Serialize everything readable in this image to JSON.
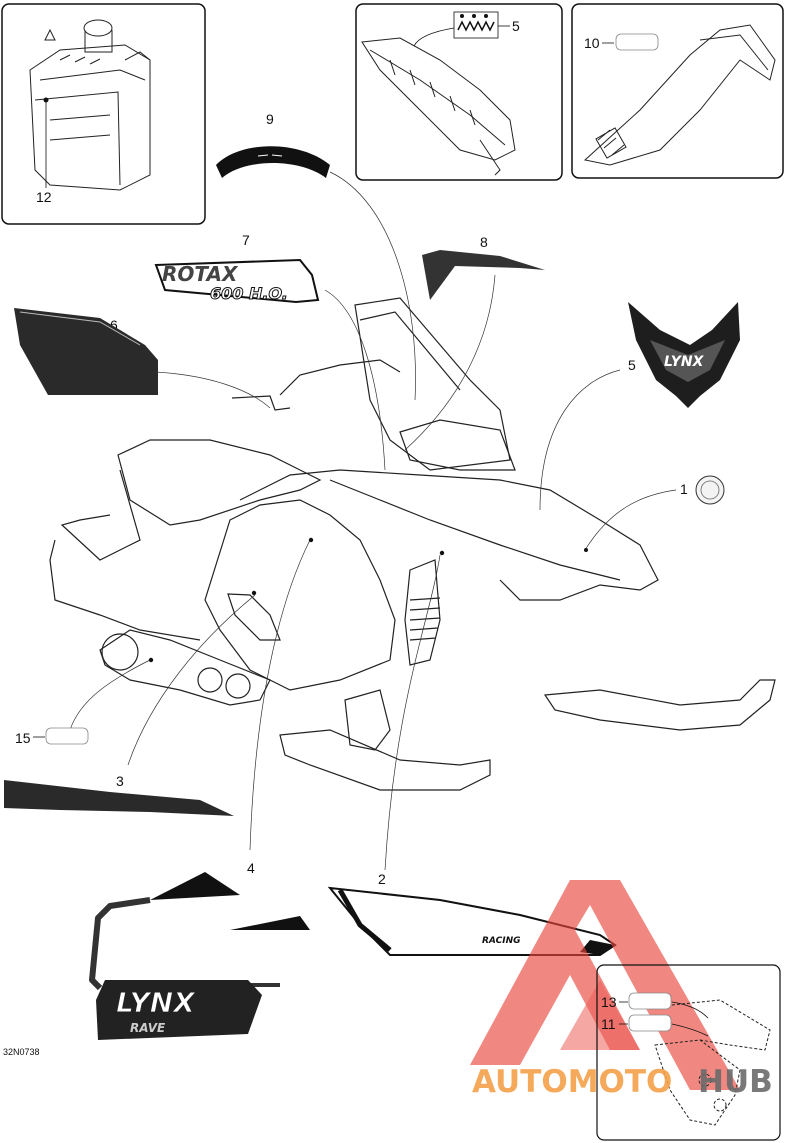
{
  "callouts": {
    "c1": "1",
    "c2": "2",
    "c3": "3",
    "c4": "4",
    "c5a": "5",
    "c5b": "5",
    "c6": "6",
    "c7": "7",
    "c8": "8",
    "c9": "9",
    "c10": "10",
    "c11": "11",
    "c12": "12",
    "c13": "13",
    "c15": "15"
  },
  "reference_code": "32N0738",
  "decal_text": {
    "rotax": "ROTAX",
    "rotax_sub": "600 H.O.",
    "lynx_main": "LYNX",
    "lynx_main_sub": "RAVE",
    "lynx_badge": "LYNX",
    "racing": "RACING"
  },
  "watermark": {
    "text_orange": "AUTOMOTO",
    "text_gray": "HUB",
    "colors": {
      "orange": "#f5a04a",
      "gray": "#6b6b6b",
      "red": "#e8443a"
    }
  }
}
